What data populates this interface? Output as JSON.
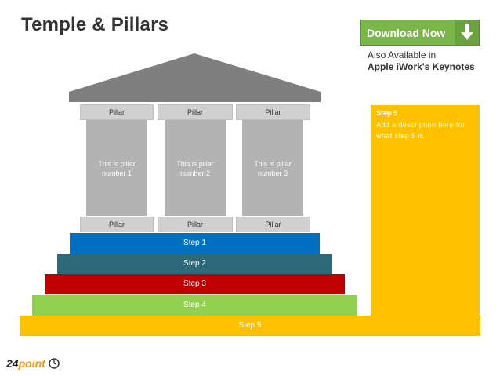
{
  "header": {
    "title": "Temple & Pillars"
  },
  "download": {
    "label": "Download Now",
    "icon": "download-arrow-icon",
    "also_line1": "Also Available in",
    "also_line2": "Apple iWork's Keynotes"
  },
  "pillars": [
    {
      "top_label": "Pillar",
      "body_text": "This is pillar number 1",
      "bottom_label": "Pillar"
    },
    {
      "top_label": "Pillar",
      "body_text": "This is pillar number 2",
      "bottom_label": "Pillar"
    },
    {
      "top_label": "Pillar",
      "body_text": "This is pillar number 3",
      "bottom_label": "Pillar"
    }
  ],
  "steps": [
    {
      "label": "Step 1",
      "color": "#0070c0"
    },
    {
      "label": "Step 2",
      "color": "#2c6a7a"
    },
    {
      "label": "Step 3",
      "color": "#c00000"
    },
    {
      "label": "Step 4",
      "color": "#92d050"
    },
    {
      "label": "Step 5",
      "color": "#ffc000"
    }
  ],
  "step5_panel": {
    "heading": "Step 5",
    "description": "Add a description here for what step 5 is."
  },
  "colors": {
    "roof": "#7f7f7f",
    "pillar_cap": "#d0d0d0",
    "pillar_body": "#b3b3b3",
    "download_green": "#7ab648"
  },
  "logo": {
    "number": "24",
    "word": "point",
    "icon": "clock-icon"
  }
}
